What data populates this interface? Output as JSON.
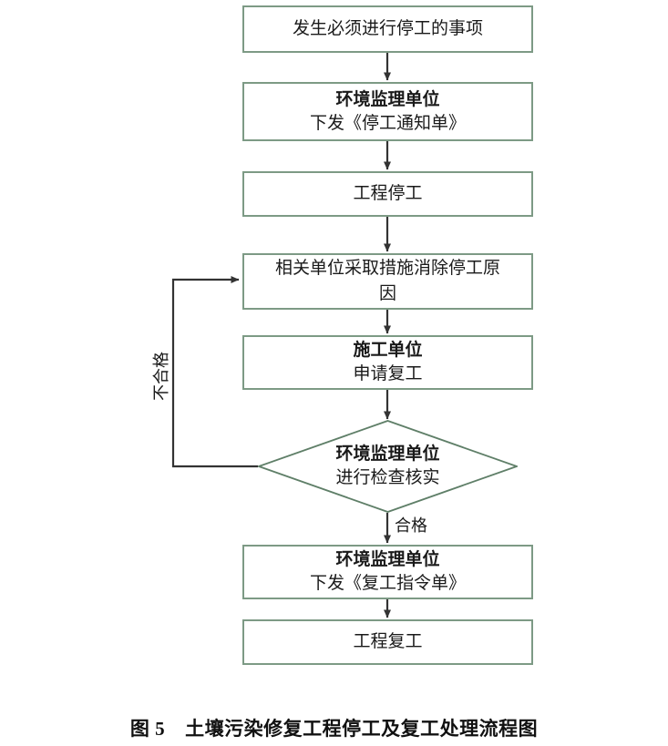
{
  "figure": {
    "caption_number": "图 5",
    "caption_text": "土壤污染修复工程停工及复工处理流程图",
    "border_color": "#7d9a85",
    "connector_color": "#333333",
    "background": "#ffffff"
  },
  "nodes": [
    {
      "id": "n1",
      "shape": "process",
      "line1": "发生必须进行停工的事项",
      "line2": ""
    },
    {
      "id": "n2",
      "shape": "process",
      "line1": "环境监理单位",
      "line2": "下发《停工通知单》"
    },
    {
      "id": "n3",
      "shape": "process",
      "line1": "工程停工",
      "line2": ""
    },
    {
      "id": "n4",
      "shape": "process",
      "line1": "相关单位采取措施消除停工原",
      "line2": "因"
    },
    {
      "id": "n5",
      "shape": "process",
      "line1": "施工单位",
      "line2": "申请复工"
    },
    {
      "id": "n6",
      "shape": "decision",
      "line1": "环境监理单位",
      "line2": "进行检查核实"
    },
    {
      "id": "n7",
      "shape": "process",
      "line1": "环境监理单位",
      "line2": "下发《复工指令单》"
    },
    {
      "id": "n8",
      "shape": "process",
      "line1": "工程复工",
      "line2": ""
    }
  ],
  "edge_labels": {
    "pass": "合格",
    "fail": "不合格"
  }
}
